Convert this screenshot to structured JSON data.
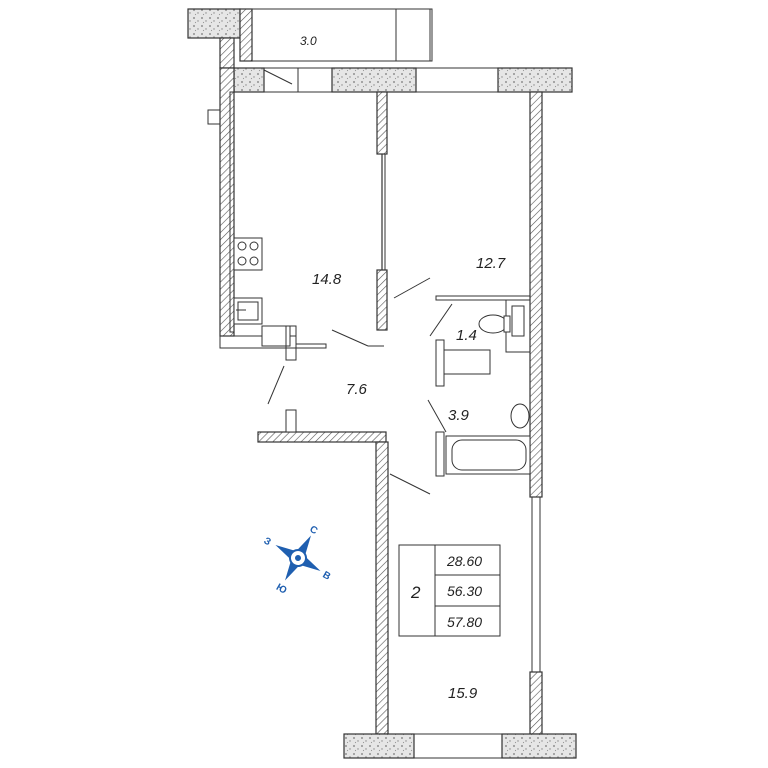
{
  "rooms": {
    "balcony": "3.0",
    "kitchen": "14.8",
    "bedroom_top": "12.7",
    "wc": "1.4",
    "hall": "7.6",
    "bath": "3.9",
    "living": "15.9"
  },
  "summary": {
    "room_count": "2",
    "living_area": "28.60",
    "total_area": "56.30",
    "total_area_with_balcony": "57.80"
  },
  "compass": {
    "north": "С",
    "south": "Ю",
    "west": "З",
    "east": "В",
    "color": "#1f5fb0"
  }
}
